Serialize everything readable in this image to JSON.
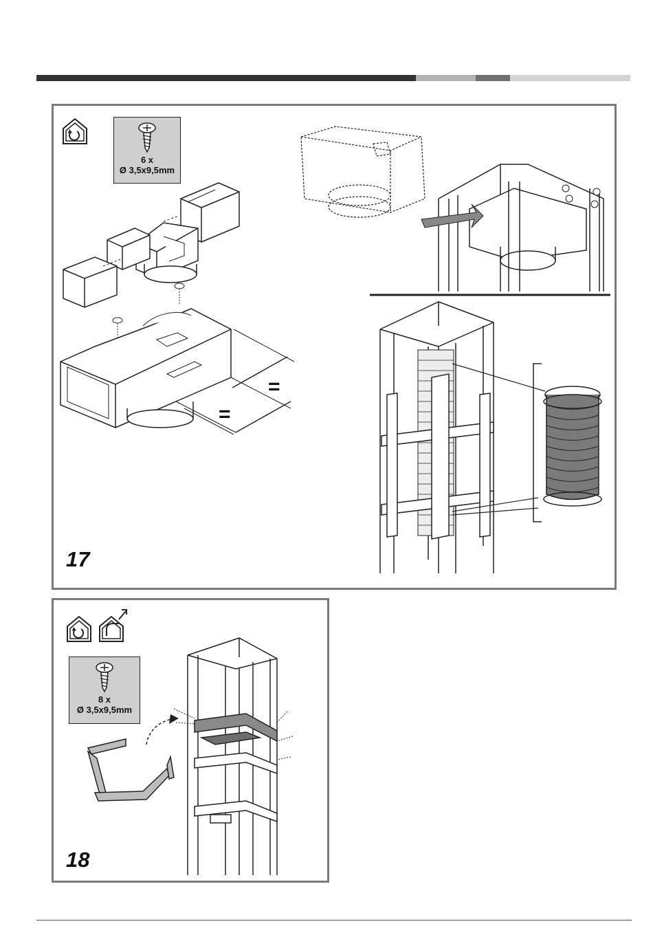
{
  "header_bar": {
    "segments_colors": [
      "#333333",
      "#b3b3b3",
      "#707070",
      "#d4d4d4"
    ]
  },
  "step17": {
    "number": "17",
    "icons": [
      "house-recirculation-icon"
    ],
    "screws": {
      "qty": "6 x",
      "size": "Ø 3,5x9,5mm"
    },
    "equal_marks": [
      "=",
      "="
    ]
  },
  "step18": {
    "number": "18",
    "icons": [
      "house-recirculation-icon",
      "house-exhaust-icon"
    ],
    "screws": {
      "qty": "8 x",
      "size": "Ø 3,5x9,5mm"
    }
  }
}
